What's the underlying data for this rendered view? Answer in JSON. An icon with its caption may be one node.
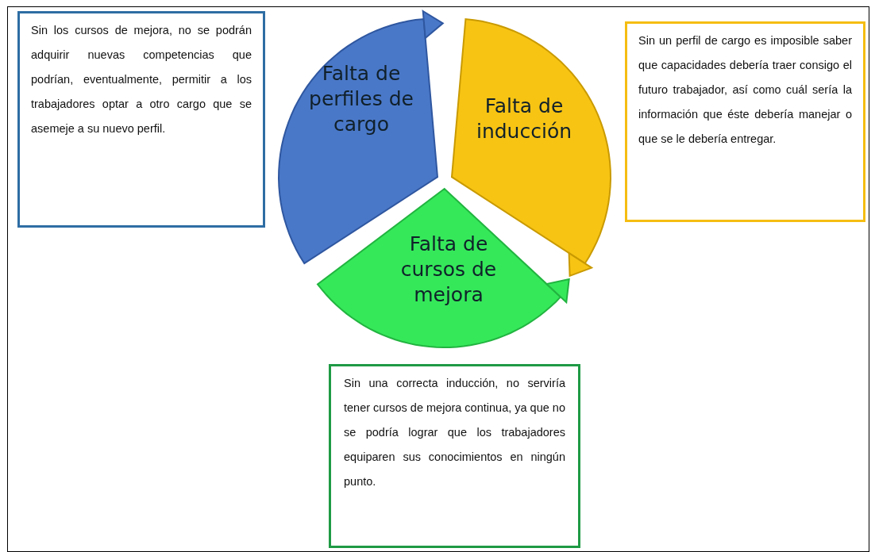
{
  "diagram": {
    "nodes": [
      {
        "text": [
          "Sin los cursos de mejora, no se podrán adquirir nuevas competencias que podrían, eventualmente, permitir a los trabajadores optar a otro cargo que se asemeje a su nuevo perfil."
        ]
      },
      {
        "text": [
          "Falta de perfiles de cargo"
        ]
      },
      {
        "text": [
          "Falta de inducción"
        ]
      },
      {
        "text": [
          "Sin un perfil de cargo es imposible saber que capacidades debería traer consigo el futuro trabajador, así como cuál sería la información que éste debería manejar o que se le debería entregar."
        ]
      },
      {
        "text": [
          "Falta de cursos de mejora"
        ]
      },
      {
        "text": [
          "Sin una correcta inducción, no serviría tener cursos de mejora continua, ya que no se podría lograr que los trabajadores equiparen sus conocimientos en ningún punto."
        ]
      }
    ]
  }
}
